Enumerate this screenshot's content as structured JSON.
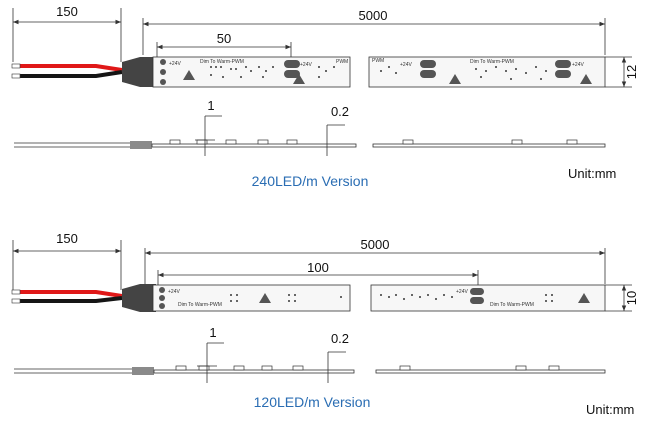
{
  "colors": {
    "line": "#333333",
    "strip_fill": "#f7f7f7",
    "connector": "#444444",
    "red_wire": "#e01818",
    "black_wire": "#151515",
    "version_text": "#2a6db3",
    "cable": "#8a8a8a"
  },
  "top": {
    "dims": {
      "wire": "150",
      "length": "5000",
      "pitch": "50",
      "width": "12",
      "pad": "1",
      "thickness": "0.2"
    },
    "strip_labels": {
      "voltage": "+24V",
      "circuit": "Dim To Warm-PWM",
      "tail": "PWM"
    },
    "version": "240LED/m Version",
    "unit": "Unit:mm"
  },
  "bottom": {
    "dims": {
      "wire": "150",
      "length": "5000",
      "pitch": "100",
      "width": "10",
      "pad": "1",
      "thickness": "0.2"
    },
    "strip_labels": {
      "voltage": "+24V",
      "circuit": "Dim To Warm-PWM"
    },
    "version": "120LED/m Version",
    "unit": "Unit:mm"
  }
}
